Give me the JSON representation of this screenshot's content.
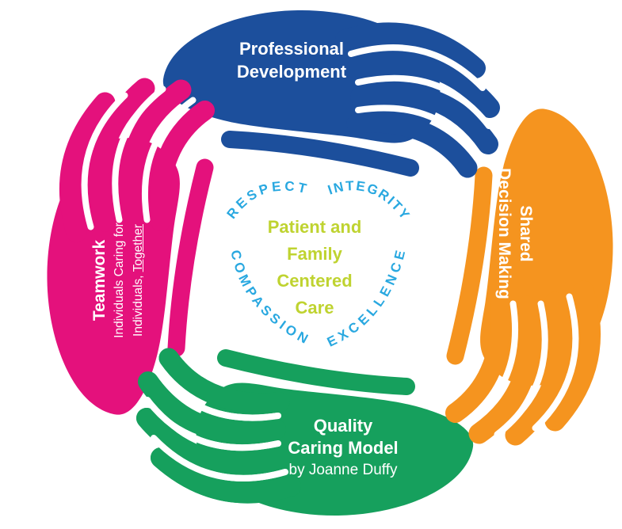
{
  "diagram": {
    "title": "Quality Caring Model",
    "hands": {
      "top": {
        "color": "#1C4F9C",
        "line1": "Professional",
        "line2": "Development"
      },
      "right": {
        "color": "#F5941F",
        "line1": "Shared",
        "line2": "Decision Making"
      },
      "bottom": {
        "color": "#16A05D",
        "line1": "Quality",
        "line2": "Caring Model",
        "byline": "by Joanne Duffy"
      },
      "left": {
        "color": "#E4117C",
        "title": "Teamwork",
        "subtitle1": "Individuals Caring for",
        "subtitle2_prefix": "Individuals,",
        "subtitle2_underlined": "Together"
      }
    },
    "heart": {
      "word_color": "#29A8E0",
      "words": {
        "top_left": "RESPECT",
        "top_right": "INTEGRITY",
        "bottom_left": "COMPASSION",
        "bottom_right": "EXCELLENCE"
      },
      "center_color": "#BFD330",
      "center_line1": "Patient and",
      "center_line2": "Family",
      "center_line3": "Centered",
      "center_line4": "Care"
    }
  }
}
